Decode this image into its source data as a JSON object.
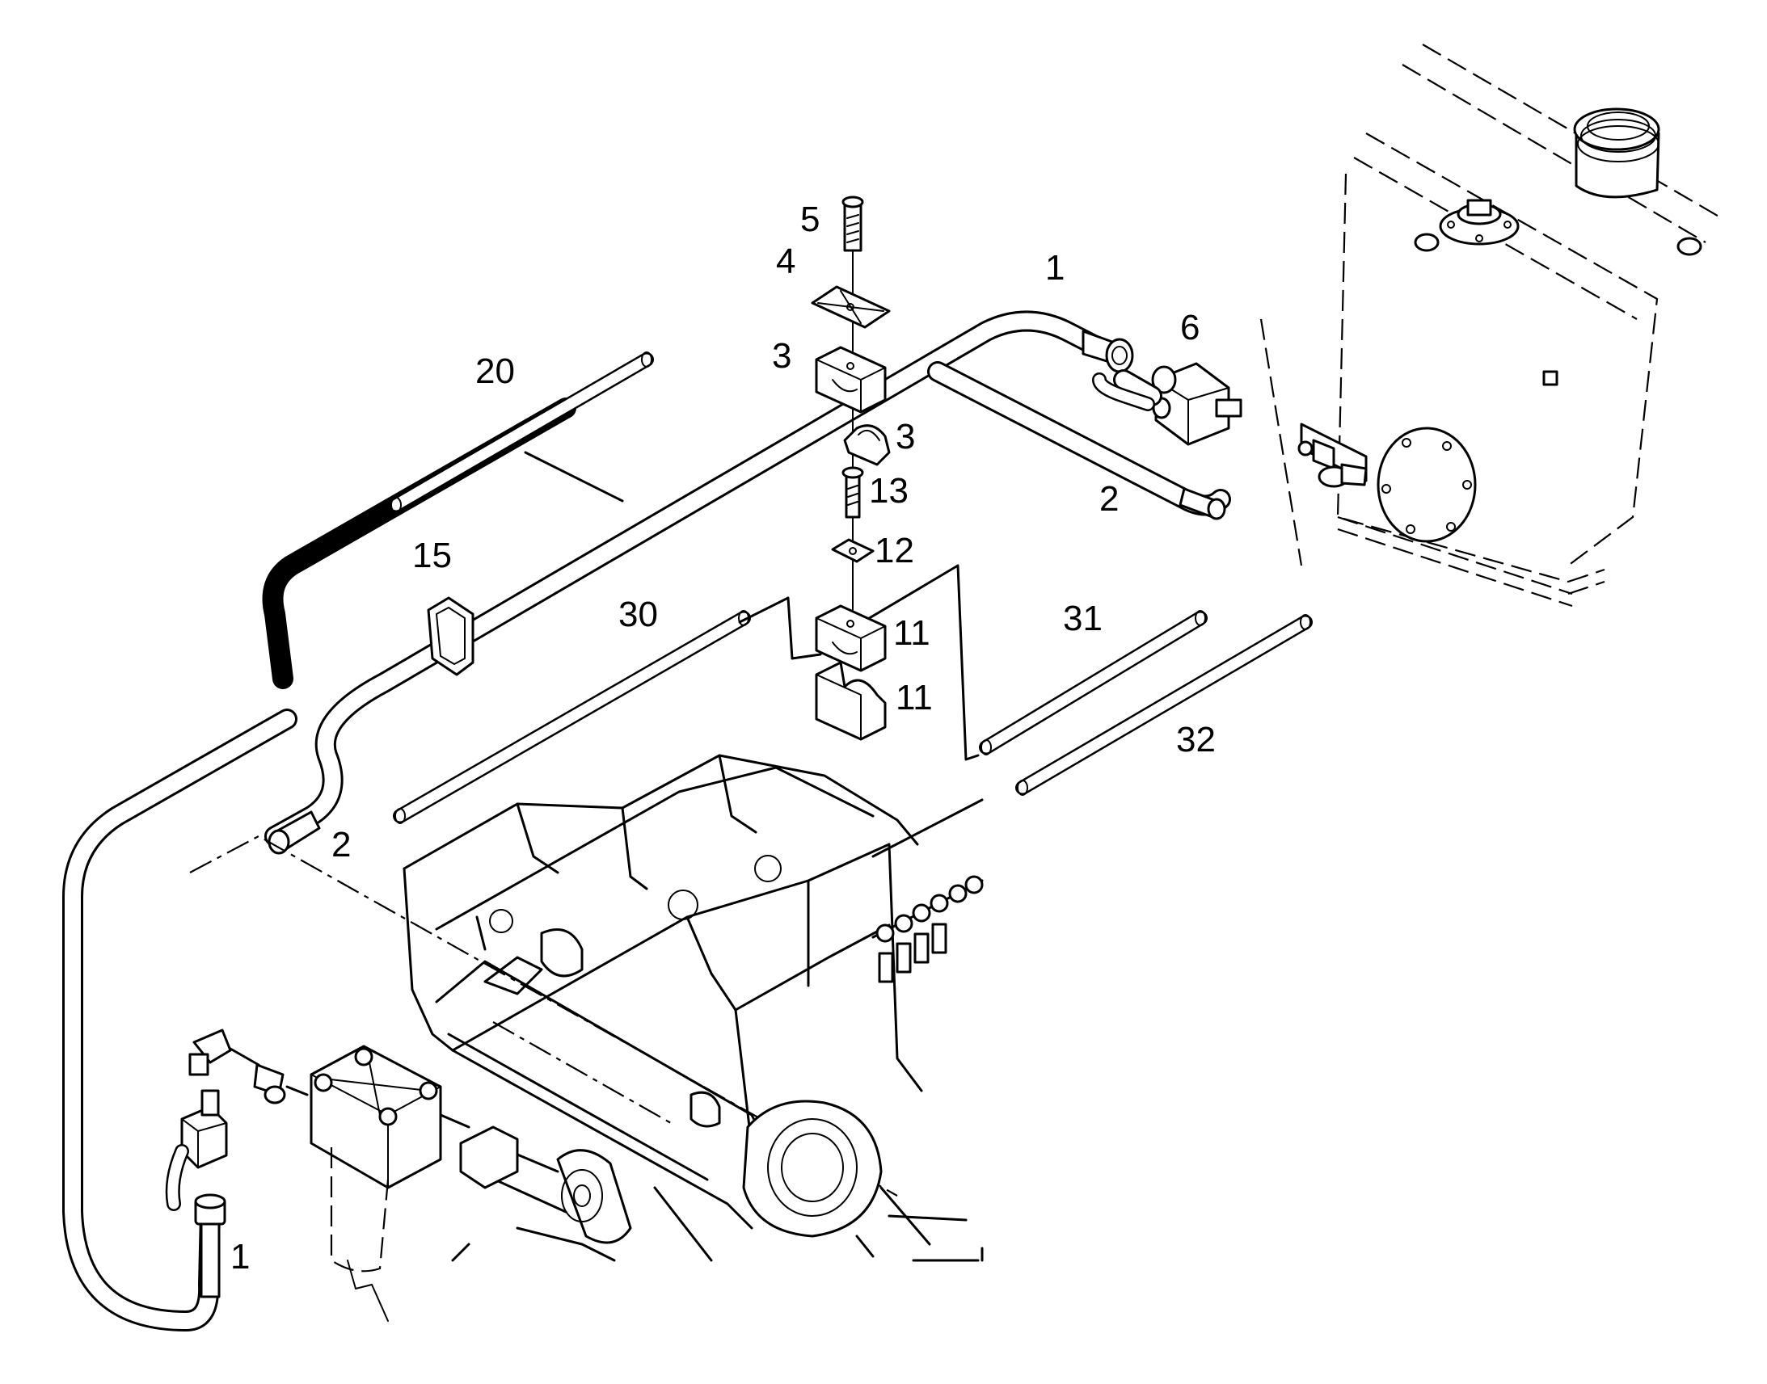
{
  "callouts": [
    {
      "id": "1-top",
      "label": "1"
    },
    {
      "id": "1-bottom",
      "label": "1"
    },
    {
      "id": "2-right",
      "label": "2"
    },
    {
      "id": "2-left",
      "label": "2"
    },
    {
      "id": "3-top",
      "label": "3"
    },
    {
      "id": "3-bottom",
      "label": "3"
    },
    {
      "id": "4",
      "label": "4"
    },
    {
      "id": "5",
      "label": "5"
    },
    {
      "id": "6",
      "label": "6"
    },
    {
      "id": "11-top",
      "label": "11"
    },
    {
      "id": "11-bottom",
      "label": "11"
    },
    {
      "id": "12",
      "label": "12"
    },
    {
      "id": "13",
      "label": "13"
    },
    {
      "id": "15",
      "label": "15"
    },
    {
      "id": "20",
      "label": "20"
    },
    {
      "id": "30",
      "label": "30"
    },
    {
      "id": "31",
      "label": "31"
    },
    {
      "id": "32",
      "label": "32"
    }
  ]
}
